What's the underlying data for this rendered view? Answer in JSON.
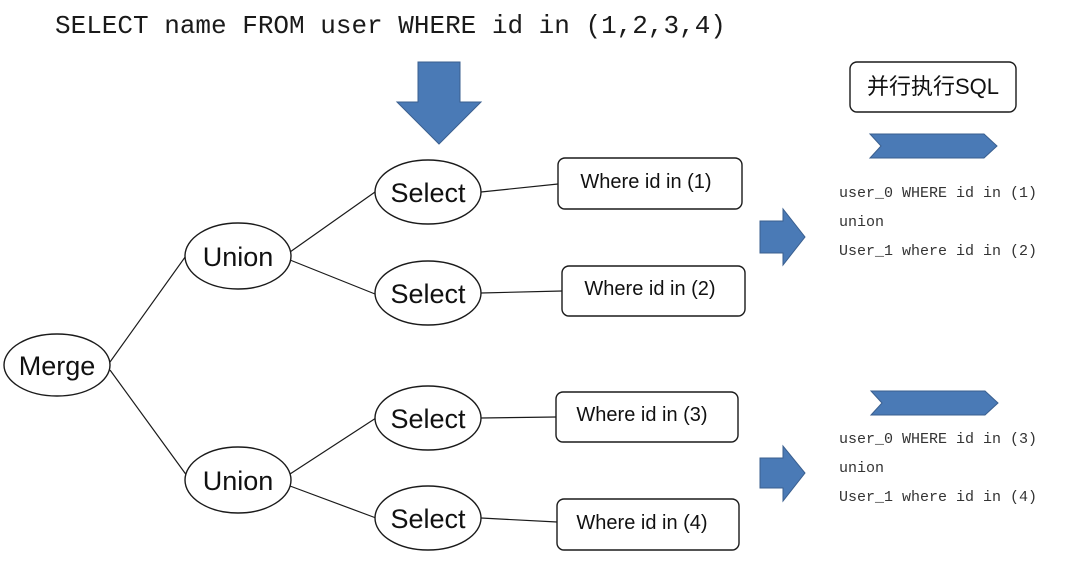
{
  "query": "SELECT name FROM user WHERE id in (1,2,3,4)",
  "colors": {
    "arrow": "#4a7ab6",
    "stroke": "#1a1a1a"
  },
  "parallel_label": "并行执行SQL",
  "nodes": {
    "merge": "Merge",
    "union_top": "Union",
    "union_bottom": "Union",
    "select_1": "Select",
    "select_2": "Select",
    "select_3": "Select",
    "select_4": "Select"
  },
  "conditions": {
    "c1": "Where id in (1)",
    "c2": "Where id in (2)",
    "c3": "Where id in (3)",
    "c4": "Where id in (4)"
  },
  "sql_top": {
    "line1": "user_0 WHERE id in (1)",
    "line2": "union",
    "line3": "User_1 where id in (2)"
  },
  "sql_bottom": {
    "line1": "user_0 WHERE id in (3)",
    "line2": "union",
    "line3": "User_1 where id in (4)"
  }
}
